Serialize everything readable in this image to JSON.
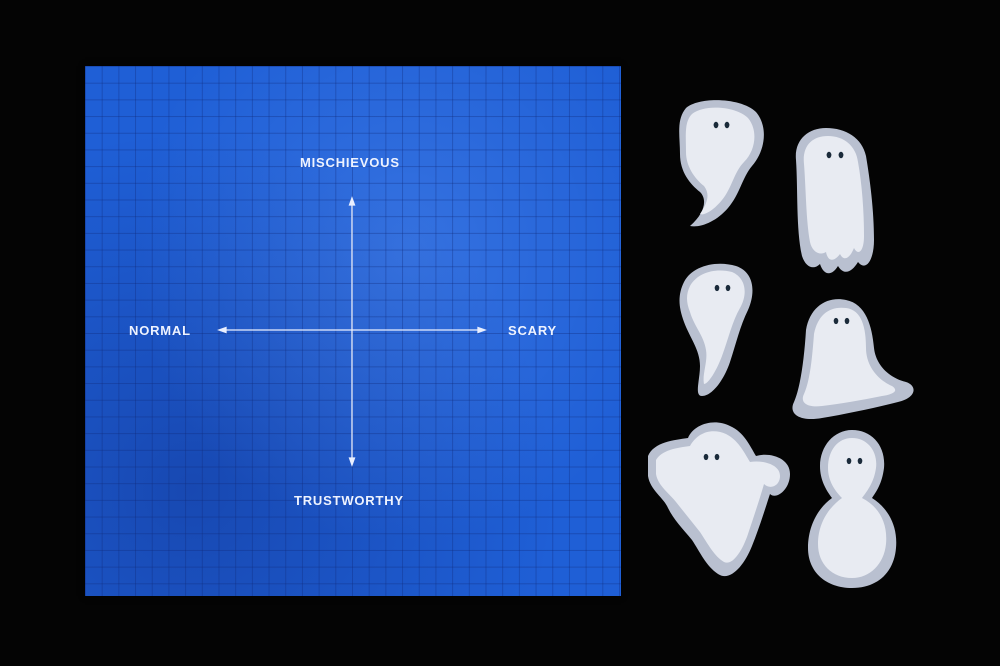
{
  "board": {
    "labels": {
      "top": "MISCHIEVOUS",
      "bottom": "TRUSTWORTHY",
      "left": "NORMAL",
      "right": "SCARY"
    }
  },
  "colors": {
    "background": "#040404",
    "board": "#1f5fd6",
    "ghost_fill": "#e8ebf2",
    "ghost_rim": "#b9c0d0",
    "ghost_eye": "#1a2a3a"
  },
  "stickers": [
    "ghost",
    "ghost",
    "ghost",
    "ghost",
    "ghost",
    "ghost"
  ]
}
